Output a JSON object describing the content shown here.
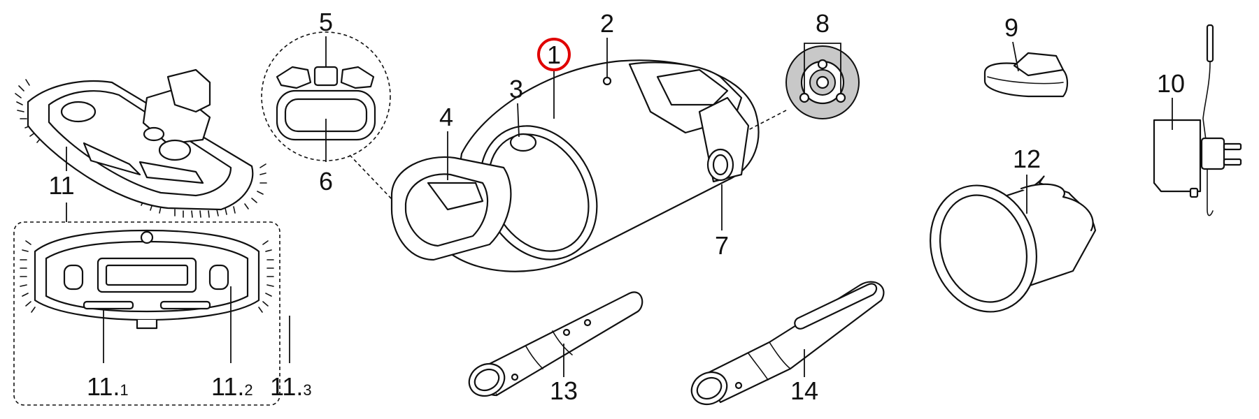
{
  "callouts": {
    "c1": "1",
    "c2": "2",
    "c3": "3",
    "c4": "4",
    "c5": "5",
    "c6": "6",
    "c7": "7",
    "c8": "8",
    "c9": "9",
    "c10": "10",
    "c11": "11",
    "c12": "12",
    "c13": "13",
    "c14": "14",
    "c11_1_main": "11.",
    "c11_1_sub": "1",
    "c11_2_main": "11.",
    "c11_2_sub": "2",
    "c11_3_main": "11.",
    "c11_3_sub": "3"
  },
  "highlight": {
    "label": "1",
    "color": "#e00000"
  },
  "colors": {
    "line": "#111111",
    "fill_grey": "#c8c8c8",
    "background": "#ffffff"
  }
}
